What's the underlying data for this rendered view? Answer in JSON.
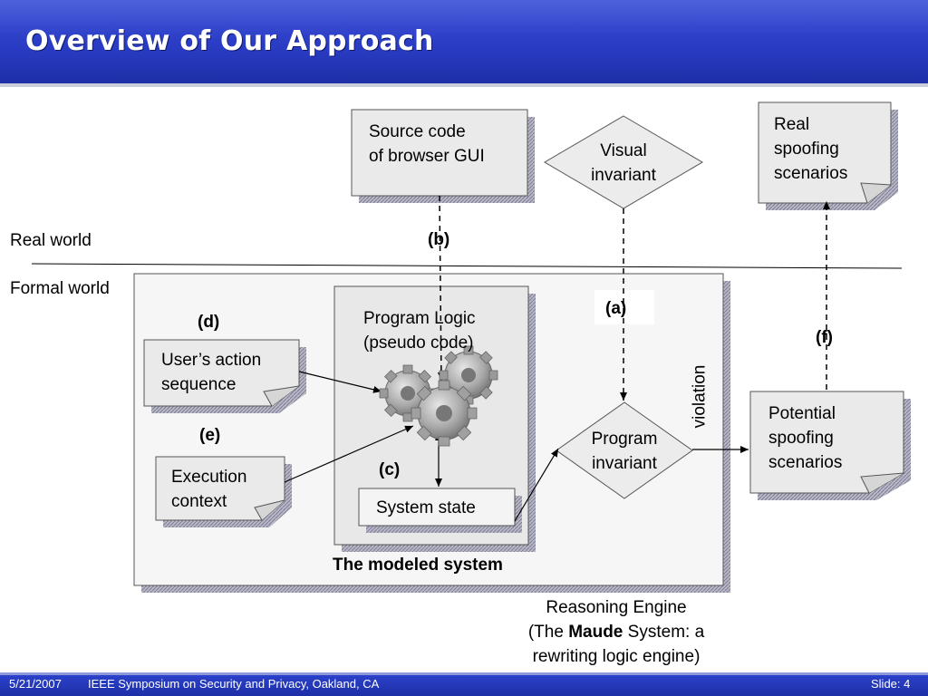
{
  "slide": {
    "title": "Overview of Our Approach",
    "footer_date": "5/21/2007",
    "footer_venue": "IEEE Symposium on Security and Privacy, Oakland, CA",
    "footer_slide_label": "Slide:",
    "footer_slide_number": "4"
  },
  "worlds": {
    "real": "Real world",
    "formal": "Formal world"
  },
  "boxes": {
    "source_code_line1": "Source code",
    "source_code_line2": "of browser GUI",
    "visual_invariant_line1": "Visual",
    "visual_invariant_line2": "invariant",
    "real_spoofing_line1": "Real",
    "real_spoofing_line2": "spoofing",
    "real_spoofing_line3": "scenarios",
    "program_logic_line1": "Program Logic",
    "program_logic_line2": "(pseudo code)",
    "users_action_line1": "User’s action",
    "users_action_line2": "sequence",
    "execution_context_line1": "Execution",
    "execution_context_line2": "context",
    "system_state": "System state",
    "program_invariant_line1": "Program",
    "program_invariant_line2": "invariant",
    "potential_spoofing_line1": "Potential",
    "potential_spoofing_line2": "spoofing",
    "potential_spoofing_line3": "scenarios",
    "modeled_system": "The modeled system",
    "violation": "violation"
  },
  "step_labels": {
    "a": "(a)",
    "b": "(b)",
    "c": "(c)",
    "d": "(d)",
    "e": "(e)",
    "f": "(f)"
  },
  "reasoning_engine": {
    "line1": "Reasoning Engine",
    "line2_pre": "(The ",
    "line2_bold": "Maude",
    "line2_post": " System: a",
    "line3": "rewriting logic engine)"
  },
  "colors": {
    "title_bar": "#2a3cc4",
    "box_fill": "#eaeaea",
    "shadow": "#9a9aaa"
  }
}
